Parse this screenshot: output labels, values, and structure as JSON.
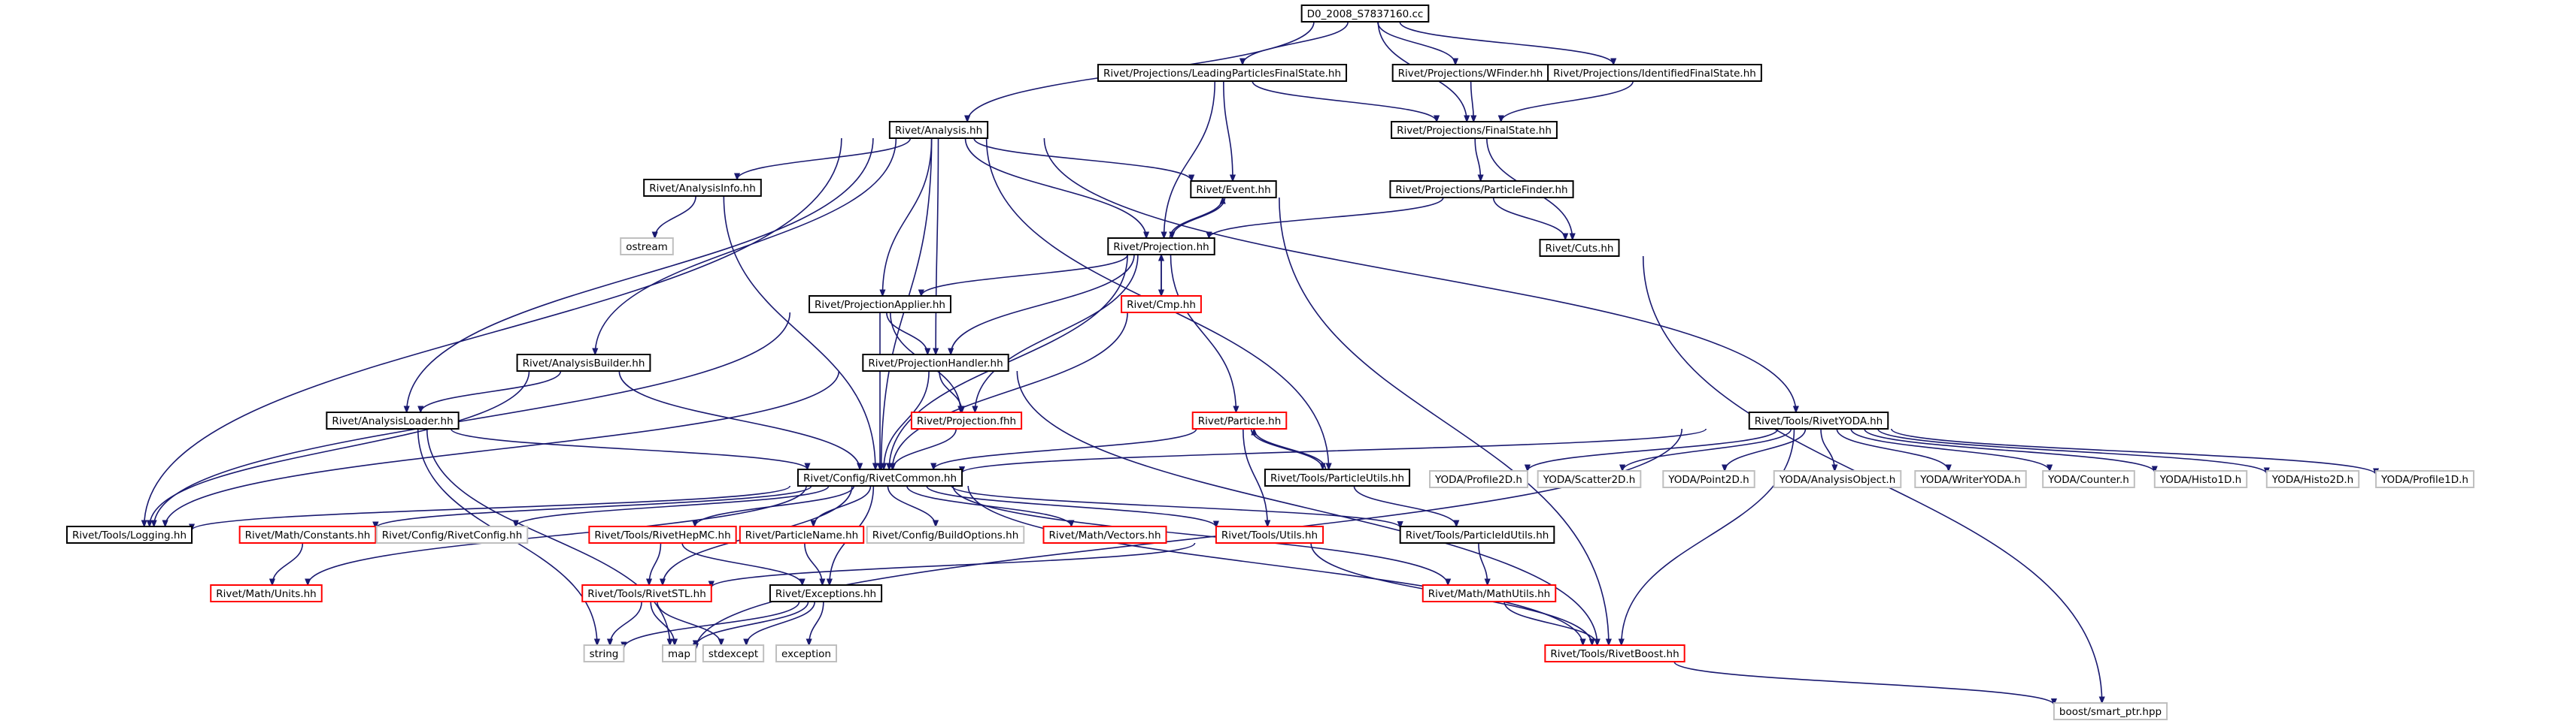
{
  "colors": {
    "edge": "#191970",
    "root_fill": "#bfbfbf",
    "kind_stroke": {
      "root": "#000000",
      "normal": "#000000",
      "red": "#ff0000",
      "gray": "#bfbfbf"
    }
  },
  "graph": {
    "nodes": [
      {
        "id": "root",
        "label": "D0_2008_S7837160.cc",
        "kind": "root"
      },
      {
        "id": "lpfs",
        "label": "Rivet/Projections/LeadingParticlesFinalState.hh",
        "kind": "normal"
      },
      {
        "id": "wfinder",
        "label": "Rivet/Projections/WFinder.hh",
        "kind": "normal"
      },
      {
        "id": "idfs",
        "label": "Rivet/Projections/IdentifiedFinalState.hh",
        "kind": "normal"
      },
      {
        "id": "analysis",
        "label": "Rivet/Analysis.hh",
        "kind": "normal"
      },
      {
        "id": "finalstate",
        "label": "Rivet/Projections/FinalState.hh",
        "kind": "normal"
      },
      {
        "id": "analysisinfo",
        "label": "Rivet/AnalysisInfo.hh",
        "kind": "normal"
      },
      {
        "id": "event",
        "label": "Rivet/Event.hh",
        "kind": "normal"
      },
      {
        "id": "particlefinder",
        "label": "Rivet/Projections/ParticleFinder.hh",
        "kind": "normal"
      },
      {
        "id": "ostream",
        "label": "ostream",
        "kind": "gray"
      },
      {
        "id": "projection",
        "label": "Rivet/Projection.hh",
        "kind": "normal"
      },
      {
        "id": "cuts",
        "label": "Rivet/Cuts.hh",
        "kind": "normal"
      },
      {
        "id": "projapplier",
        "label": "Rivet/ProjectionApplier.hh",
        "kind": "normal"
      },
      {
        "id": "cmp",
        "label": "Rivet/Cmp.hh",
        "kind": "red"
      },
      {
        "id": "analysisbuilder",
        "label": "Rivet/AnalysisBuilder.hh",
        "kind": "normal"
      },
      {
        "id": "projhandler",
        "label": "Rivet/ProjectionHandler.hh",
        "kind": "normal"
      },
      {
        "id": "analysisloader",
        "label": "Rivet/AnalysisLoader.hh",
        "kind": "normal"
      },
      {
        "id": "projfhh",
        "label": "Rivet/Projection.fhh",
        "kind": "red"
      },
      {
        "id": "particle",
        "label": "Rivet/Particle.hh",
        "kind": "red"
      },
      {
        "id": "rivetyoda",
        "label": "Rivet/Tools/RivetYODA.hh",
        "kind": "normal"
      },
      {
        "id": "rivetcommon",
        "label": "Rivet/Config/RivetCommon.hh",
        "kind": "normal"
      },
      {
        "id": "particleutils",
        "label": "Rivet/Tools/ParticleUtils.hh",
        "kind": "normal"
      },
      {
        "id": "profile2d",
        "label": "YODA/Profile2D.h",
        "kind": "gray"
      },
      {
        "id": "scatter2d",
        "label": "YODA/Scatter2D.h",
        "kind": "gray"
      },
      {
        "id": "point2d",
        "label": "YODA/Point2D.h",
        "kind": "gray"
      },
      {
        "id": "analysisobject",
        "label": "YODA/AnalysisObject.h",
        "kind": "gray"
      },
      {
        "id": "writeryoda",
        "label": "YODA/WriterYODA.h",
        "kind": "gray"
      },
      {
        "id": "counter",
        "label": "YODA/Counter.h",
        "kind": "gray"
      },
      {
        "id": "histo1d",
        "label": "YODA/Histo1D.h",
        "kind": "gray"
      },
      {
        "id": "histo2d",
        "label": "YODA/Histo2D.h",
        "kind": "gray"
      },
      {
        "id": "profile1d",
        "label": "YODA/Profile1D.h",
        "kind": "gray"
      },
      {
        "id": "logging",
        "label": "Rivet/Tools/Logging.hh",
        "kind": "normal"
      },
      {
        "id": "constants",
        "label": "Rivet/Math/Constants.hh",
        "kind": "red"
      },
      {
        "id": "rivetconfig",
        "label": "Rivet/Config/RivetConfig.hh",
        "kind": "gray"
      },
      {
        "id": "rivethepmc",
        "label": "Rivet/Tools/RivetHepMC.hh",
        "kind": "red"
      },
      {
        "id": "particlename",
        "label": "Rivet/ParticleName.hh",
        "kind": "red"
      },
      {
        "id": "buildoptions",
        "label": "Rivet/Config/BuildOptions.hh",
        "kind": "gray"
      },
      {
        "id": "vectors",
        "label": "Rivet/Math/Vectors.hh",
        "kind": "red"
      },
      {
        "id": "utils",
        "label": "Rivet/Tools/Utils.hh",
        "kind": "red"
      },
      {
        "id": "particleidutils",
        "label": "Rivet/Tools/ParticleIdUtils.hh",
        "kind": "normal"
      },
      {
        "id": "units",
        "label": "Rivet/Math/Units.hh",
        "kind": "red"
      },
      {
        "id": "rivetstl",
        "label": "Rivet/Tools/RivetSTL.hh",
        "kind": "red"
      },
      {
        "id": "exceptions",
        "label": "Rivet/Exceptions.hh",
        "kind": "normal"
      },
      {
        "id": "mathutils",
        "label": "Rivet/Math/MathUtils.hh",
        "kind": "red"
      },
      {
        "id": "string",
        "label": "string",
        "kind": "gray"
      },
      {
        "id": "map",
        "label": "map",
        "kind": "gray"
      },
      {
        "id": "stdexcept",
        "label": "stdexcept",
        "kind": "gray"
      },
      {
        "id": "exception",
        "label": "exception",
        "kind": "gray"
      },
      {
        "id": "rivetboost",
        "label": "Rivet/Tools/RivetBoost.hh",
        "kind": "red"
      },
      {
        "id": "smartptr",
        "label": "boost/smart_ptr.hpp",
        "kind": "gray"
      }
    ],
    "edges": [
      [
        "root",
        "analysis"
      ],
      [
        "root",
        "lpfs"
      ],
      [
        "root",
        "wfinder"
      ],
      [
        "root",
        "idfs"
      ],
      [
        "root",
        "finalstate"
      ],
      [
        "lpfs",
        "finalstate"
      ],
      [
        "lpfs",
        "event"
      ],
      [
        "lpfs",
        "projection"
      ],
      [
        "wfinder",
        "finalstate"
      ],
      [
        "idfs",
        "finalstate"
      ],
      [
        "analysis",
        "analysisinfo"
      ],
      [
        "analysis",
        "event"
      ],
      [
        "analysis",
        "projection"
      ],
      [
        "analysis",
        "projapplier"
      ],
      [
        "analysis",
        "projhandler"
      ],
      [
        "analysis",
        "analysisbuilder"
      ],
      [
        "analysis",
        "analysisloader"
      ],
      [
        "analysis",
        "rivetcommon"
      ],
      [
        "analysis",
        "logging"
      ],
      [
        "analysis",
        "rivetyoda"
      ],
      [
        "analysis",
        "particleutils"
      ],
      [
        "finalstate",
        "particlefinder"
      ],
      [
        "finalstate",
        "cuts"
      ],
      [
        "particlefinder",
        "projection"
      ],
      [
        "particlefinder",
        "cuts"
      ],
      [
        "analysisinfo",
        "ostream"
      ],
      [
        "analysisinfo",
        "rivetcommon"
      ],
      [
        "event",
        "projection"
      ],
      [
        "event",
        "rivetboost"
      ],
      [
        "projection",
        "event"
      ],
      [
        "projection",
        "projapplier"
      ],
      [
        "projection",
        "cmp"
      ],
      [
        "projection",
        "projhandler"
      ],
      [
        "projection",
        "projfhh"
      ],
      [
        "projection",
        "rivetcommon"
      ],
      [
        "projection",
        "particle"
      ],
      [
        "cuts",
        "smartptr"
      ],
      [
        "projapplier",
        "projhandler"
      ],
      [
        "projapplier",
        "projfhh"
      ],
      [
        "projapplier",
        "rivetcommon"
      ],
      [
        "projapplier",
        "logging"
      ],
      [
        "cmp",
        "projection"
      ],
      [
        "cmp",
        "rivetcommon"
      ],
      [
        "analysisbuilder",
        "analysisloader"
      ],
      [
        "analysisbuilder",
        "rivetcommon"
      ],
      [
        "analysisbuilder",
        "logging"
      ],
      [
        "projhandler",
        "projfhh"
      ],
      [
        "projhandler",
        "rivetcommon"
      ],
      [
        "projhandler",
        "logging"
      ],
      [
        "projhandler",
        "rivetboost"
      ],
      [
        "analysisloader",
        "rivetcommon"
      ],
      [
        "analysisloader",
        "string"
      ],
      [
        "analysisloader",
        "map"
      ],
      [
        "projfhh",
        "rivetcommon"
      ],
      [
        "particle",
        "particleutils"
      ],
      [
        "particle",
        "rivetcommon"
      ],
      [
        "particle",
        "utils"
      ],
      [
        "particleutils",
        "particle"
      ],
      [
        "particleutils",
        "particleidutils"
      ],
      [
        "rivetyoda",
        "rivetcommon"
      ],
      [
        "rivetyoda",
        "profile2d"
      ],
      [
        "rivetyoda",
        "scatter2d"
      ],
      [
        "rivetyoda",
        "point2d"
      ],
      [
        "rivetyoda",
        "analysisobject"
      ],
      [
        "rivetyoda",
        "writeryoda"
      ],
      [
        "rivetyoda",
        "counter"
      ],
      [
        "rivetyoda",
        "histo1d"
      ],
      [
        "rivetyoda",
        "histo2d"
      ],
      [
        "rivetyoda",
        "profile1d"
      ],
      [
        "rivetyoda",
        "rivetboost"
      ],
      [
        "rivetyoda",
        "map"
      ],
      [
        "rivetcommon",
        "logging"
      ],
      [
        "rivetcommon",
        "constants"
      ],
      [
        "rivetcommon",
        "rivetconfig"
      ],
      [
        "rivetcommon",
        "rivethepmc"
      ],
      [
        "rivetcommon",
        "particlename"
      ],
      [
        "rivetcommon",
        "buildoptions"
      ],
      [
        "rivetcommon",
        "vectors"
      ],
      [
        "rivetcommon",
        "utils"
      ],
      [
        "rivetcommon",
        "particleidutils"
      ],
      [
        "rivetcommon",
        "units"
      ],
      [
        "rivetcommon",
        "rivetstl"
      ],
      [
        "rivetcommon",
        "exceptions"
      ],
      [
        "rivetcommon",
        "mathutils"
      ],
      [
        "rivetcommon",
        "rivetboost"
      ],
      [
        "constants",
        "units"
      ],
      [
        "rivethepmc",
        "rivetstl"
      ],
      [
        "rivethepmc",
        "exceptions"
      ],
      [
        "particlename",
        "exceptions"
      ],
      [
        "utils",
        "rivetstl"
      ],
      [
        "utils",
        "rivetboost"
      ],
      [
        "particleidutils",
        "mathutils"
      ],
      [
        "mathutils",
        "rivetboost"
      ],
      [
        "rivetstl",
        "string"
      ],
      [
        "rivetstl",
        "map"
      ],
      [
        "rivetstl",
        "stdexcept"
      ],
      [
        "exceptions",
        "string"
      ],
      [
        "exceptions",
        "map"
      ],
      [
        "exceptions",
        "stdexcept"
      ],
      [
        "exceptions",
        "exception"
      ],
      [
        "rivetboost",
        "smartptr"
      ]
    ]
  }
}
